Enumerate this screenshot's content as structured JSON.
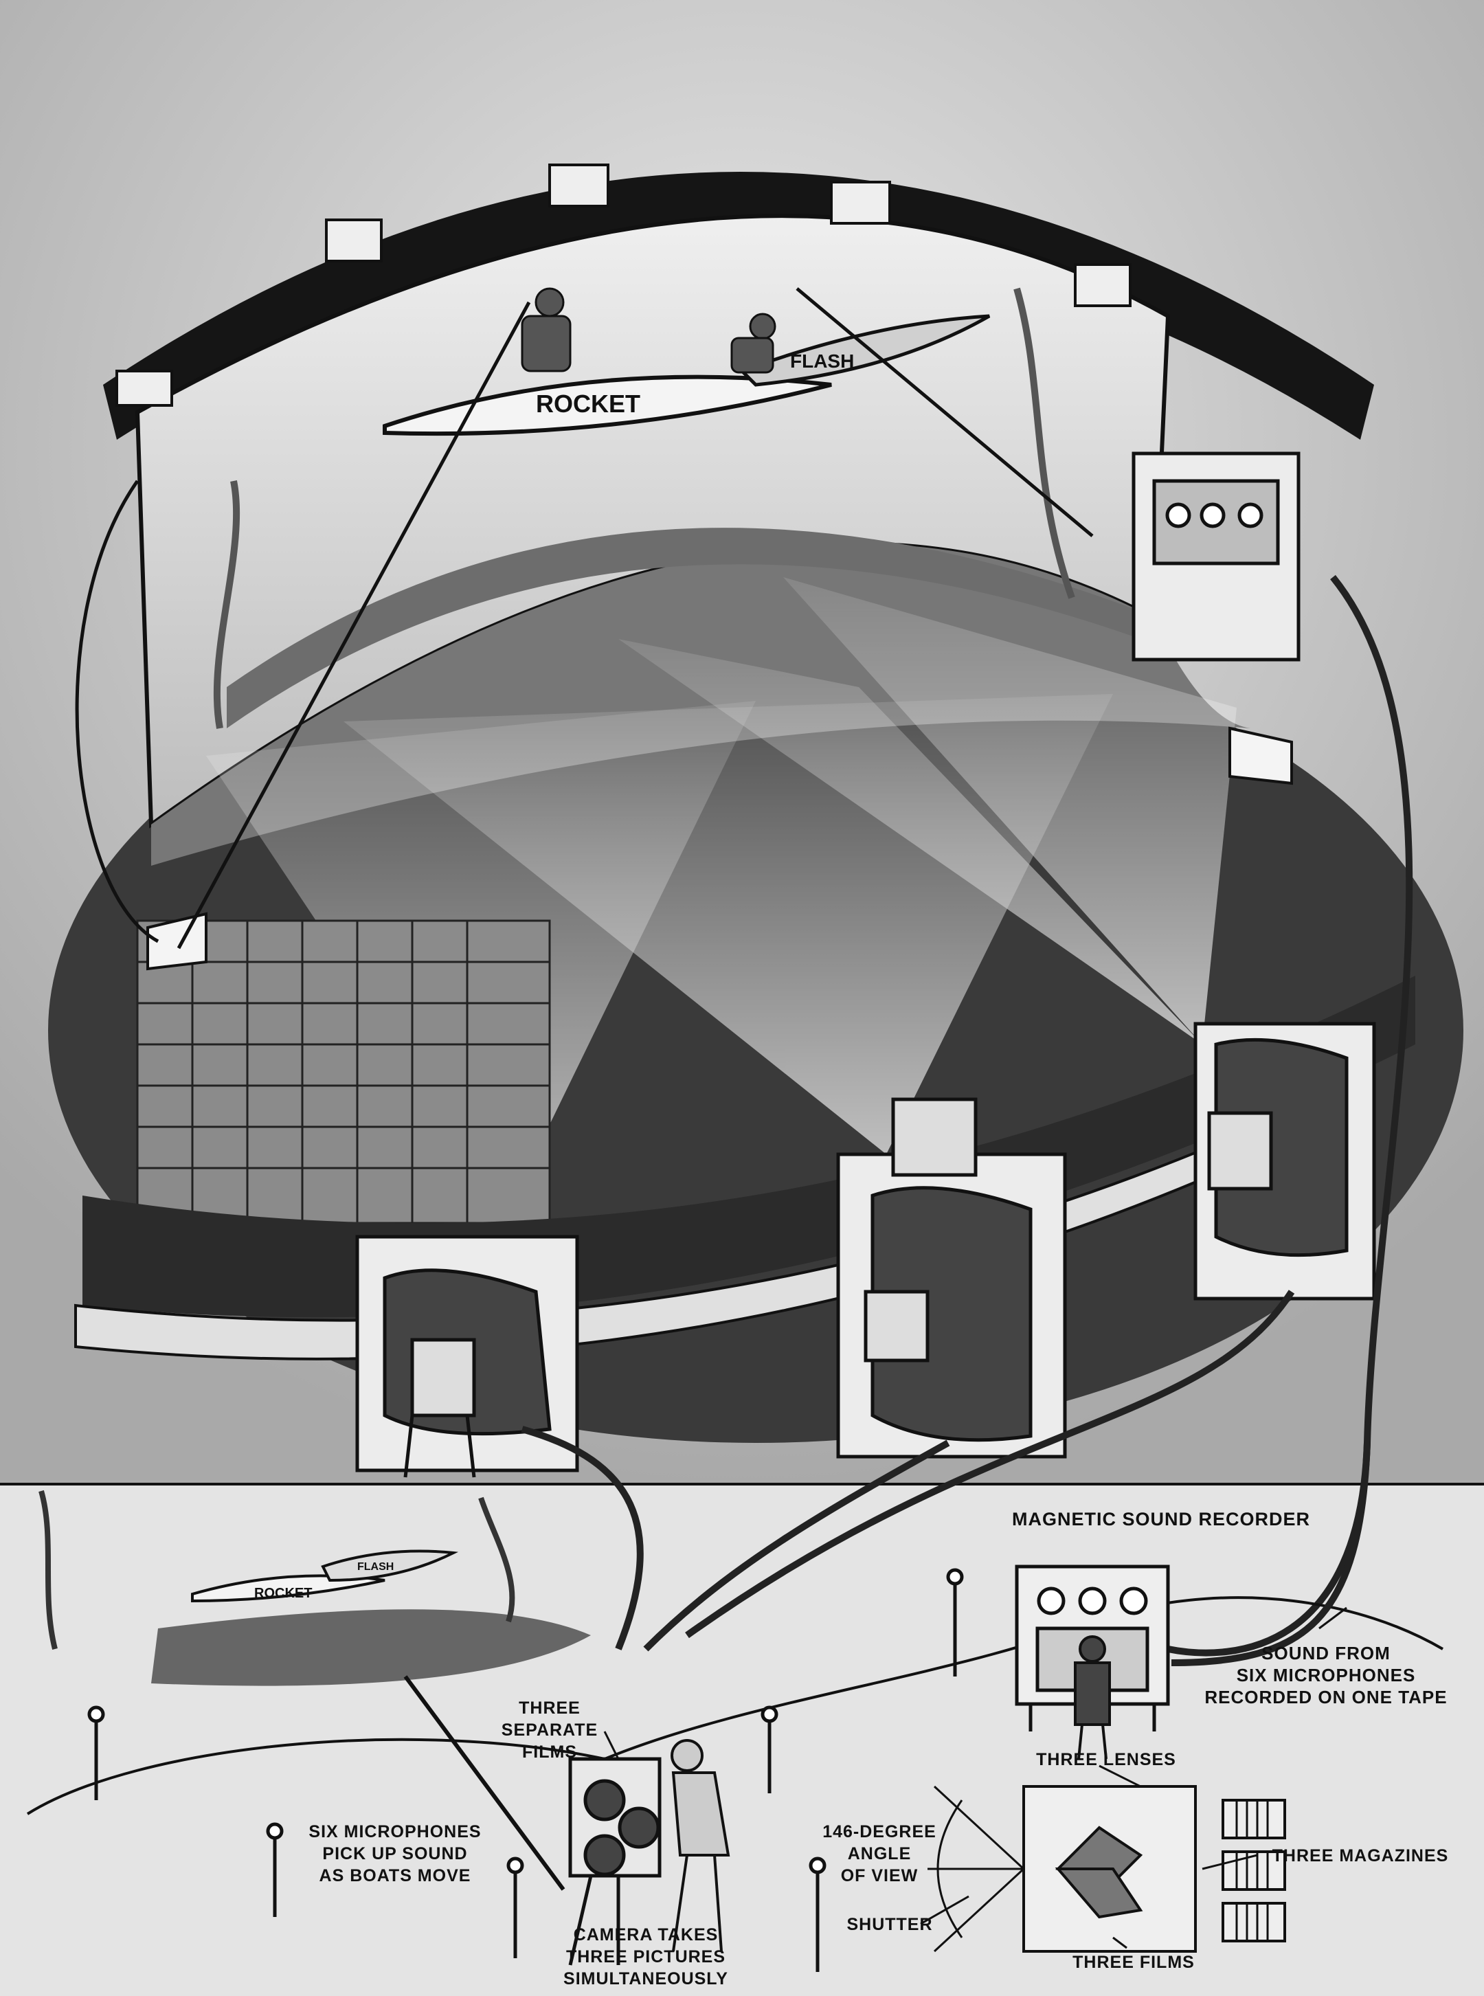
{
  "boats": {
    "lead": "ROCKET",
    "second": "FLASH"
  },
  "labels": {
    "magnetic_sound_recorder": "MAGNETIC SOUND RECORDER",
    "sound_from_microphones": "SOUND FROM\nSIX MICROPHONES\nRECORDED ON ONE TAPE",
    "three_separate_films": "THREE\nSEPARATE\nFILMS",
    "three_lenses": "THREE LENSES",
    "six_microphones": "SIX MICROPHONES\nPICK UP SOUND\nAS BOATS MOVE",
    "angle_of_view": "146-DEGREE\nANGLE\nOF VIEW",
    "three_magazines": "THREE MAGAZINES",
    "shutter": "SHUTTER",
    "camera_takes": "CAMERA TAKES\nTHREE PICTURES\nSIMULTANEOUSLY",
    "three_films": "THREE FILMS"
  },
  "colors": {
    "ink": "#111111",
    "paper": "#d9d9d9",
    "screen": "#e8e8e8",
    "dark": "#3a3a3a"
  }
}
